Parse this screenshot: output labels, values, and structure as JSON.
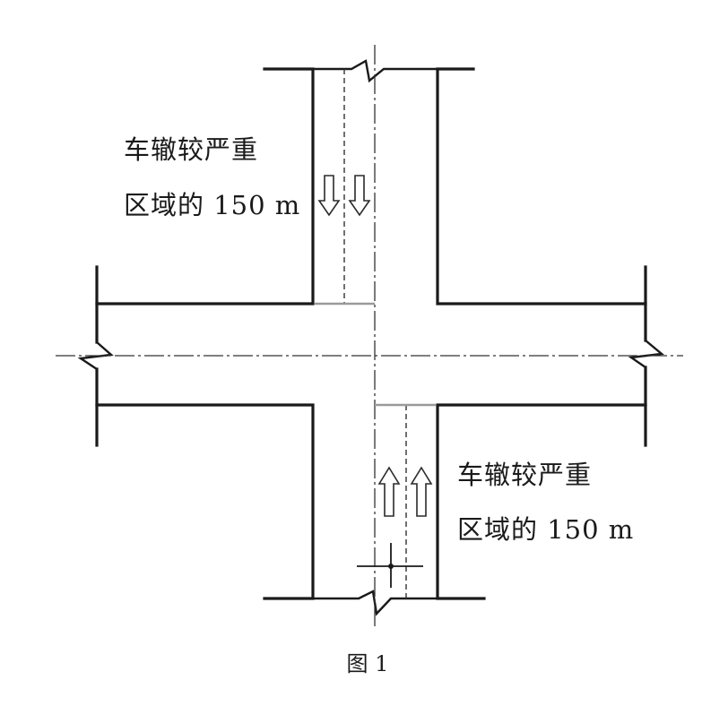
{
  "labels": {
    "top_line1": "车辙较严重",
    "top_line2": "区域的 150 m",
    "bottom_line1": "车辙较严重",
    "bottom_line2": "区域的 150 m"
  },
  "caption": "图 1"
}
